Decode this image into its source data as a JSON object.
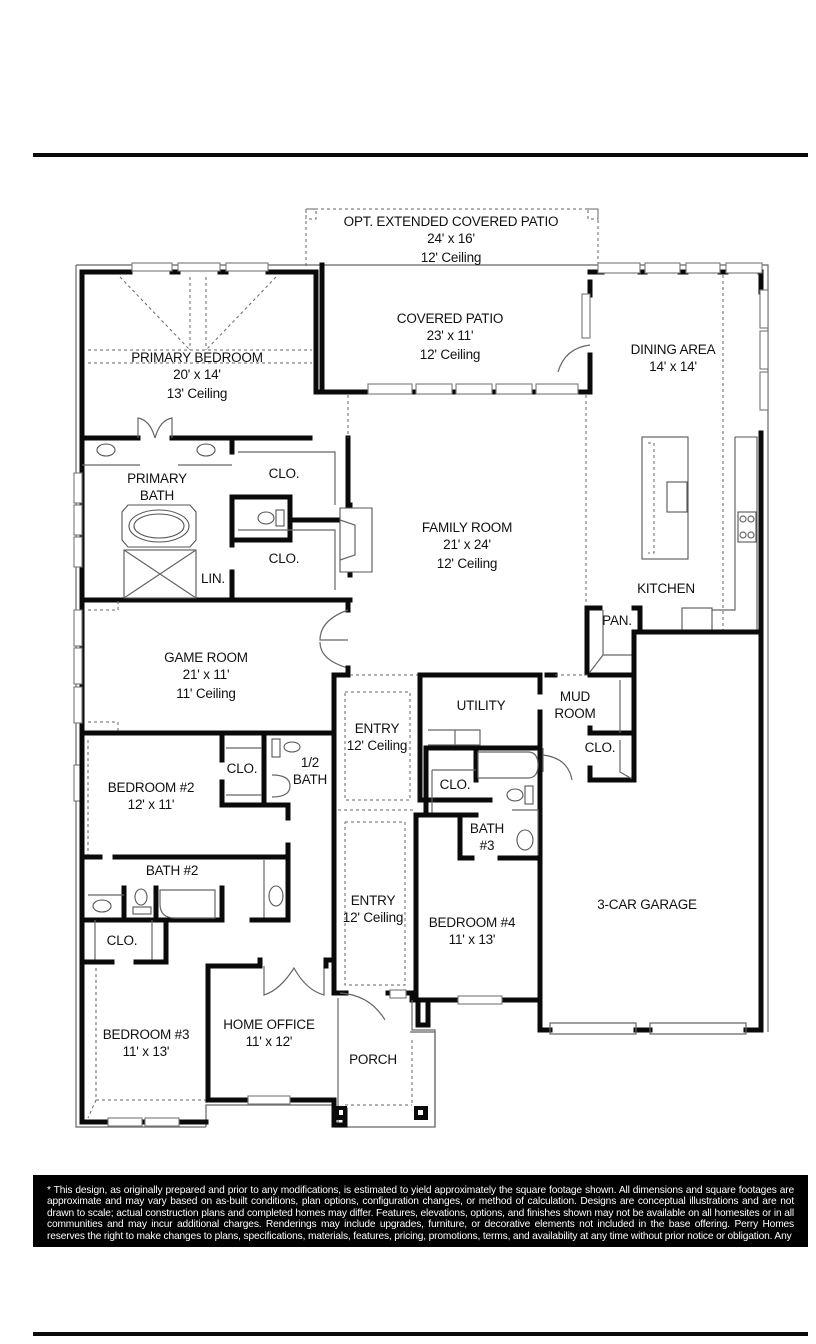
{
  "plan": {
    "rooms": [
      {
        "id": "opt-extended-patio",
        "name": "OPT. EXTENDED COVERED PATIO",
        "size": "24' x 16'",
        "ceiling": "12' Ceiling"
      },
      {
        "id": "covered-patio",
        "name": "COVERED PATIO",
        "size": "23' x 11'",
        "ceiling": "12' Ceiling"
      },
      {
        "id": "primary-bedroom",
        "name": "PRIMARY BEDROOM",
        "size": "20' x 14'",
        "ceiling": "13' Ceiling"
      },
      {
        "id": "dining-area",
        "name": "DINING AREA",
        "size": "14' x 14'"
      },
      {
        "id": "primary-bath",
        "name_line1": "PRIMARY",
        "name_line2": "BATH"
      },
      {
        "id": "primary-closet-1",
        "name": "CLO."
      },
      {
        "id": "primary-closet-2",
        "name": "CLO."
      },
      {
        "id": "linen",
        "name": "LIN."
      },
      {
        "id": "family-room",
        "name": "FAMILY ROOM",
        "size": "21' x 24'",
        "ceiling": "12' Ceiling"
      },
      {
        "id": "kitchen",
        "name": "KITCHEN"
      },
      {
        "id": "pantry",
        "name": "PAN."
      },
      {
        "id": "game-room",
        "name": "GAME ROOM",
        "size": "21' x 11'",
        "ceiling": "11' Ceiling"
      },
      {
        "id": "entry-1",
        "name": "ENTRY",
        "ceiling": "12' Ceiling"
      },
      {
        "id": "utility",
        "name": "UTILITY"
      },
      {
        "id": "mud-room",
        "name_line1": "MUD",
        "name_line2": "ROOM"
      },
      {
        "id": "mud-closet",
        "name": "CLO."
      },
      {
        "id": "bedroom-2",
        "name": "BEDROOM #2",
        "size": "12' x 11'"
      },
      {
        "id": "bed2-closet",
        "name": "CLO."
      },
      {
        "id": "half-bath",
        "name_line1": "1/2",
        "name_line2": "BATH"
      },
      {
        "id": "bath-3-closet",
        "name": "CLO."
      },
      {
        "id": "bath-3",
        "name_line1": "BATH",
        "name_line2": "#3"
      },
      {
        "id": "bath-2",
        "name": "BATH #2"
      },
      {
        "id": "entry-2",
        "name": "ENTRY",
        "ceiling": "12' Ceiling"
      },
      {
        "id": "bedroom-4",
        "name": "BEDROOM #4",
        "size": "11' x 13'"
      },
      {
        "id": "garage",
        "name": "3-CAR GARAGE"
      },
      {
        "id": "bed3-closet",
        "name": "CLO."
      },
      {
        "id": "bedroom-3",
        "name": "BEDROOM #3",
        "size": "11' x 13'"
      },
      {
        "id": "home-office",
        "name": "HOME OFFICE",
        "size": "11' x 12'"
      },
      {
        "id": "porch",
        "name": "PORCH"
      }
    ]
  },
  "disclaimer": {
    "text": "* This design, as originally prepared and prior to any modifications, is estimated to yield approximately the square footage shown. All dimensions and square footages are approximate and may vary based on as-built conditions, plan options, configuration changes, or method of calculation. Designs are conceptual illustrations and are not drawn to scale; actual construction plans and completed homes may differ. Features, elevations, options, and finishes shown may not be available on all homesites or in all communities and may incur additional charges. Renderings may include upgrades, furniture, or decorative elements not included in the base offering. Perry Homes reserves the right to make changes to plans, specifications, materials, features, pricing, promotions, terms, and availability at any time without prior notice or obligation. Any"
  },
  "colors": {
    "wall": "#0a0a0a",
    "thin_line": "#555555",
    "disclaimer_bg": "#000000",
    "disclaimer_text": "#ffffff"
  }
}
